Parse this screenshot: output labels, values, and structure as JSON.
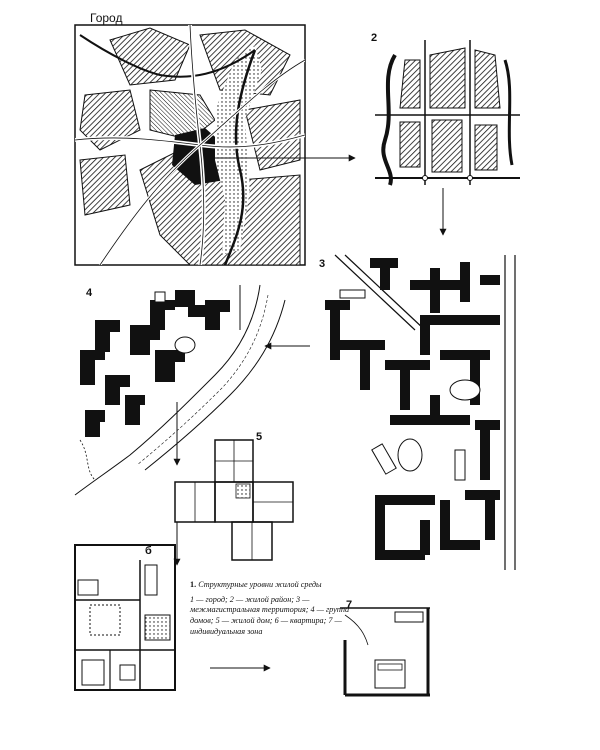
{
  "labels": {
    "city": "Город",
    "n2": "2",
    "n3": "3",
    "n4": "4",
    "n5": "5",
    "n6": "б",
    "n7": "7"
  },
  "caption": {
    "number": "1.",
    "title": "Структурные уровни жилой среды",
    "legend": "1 — город; 2 — жилой район; 3 — межмагистральная территория; 4 — группа домов; 5 — жилой дом; 6 — квартира; 7 — индивидуальная зона"
  }
}
